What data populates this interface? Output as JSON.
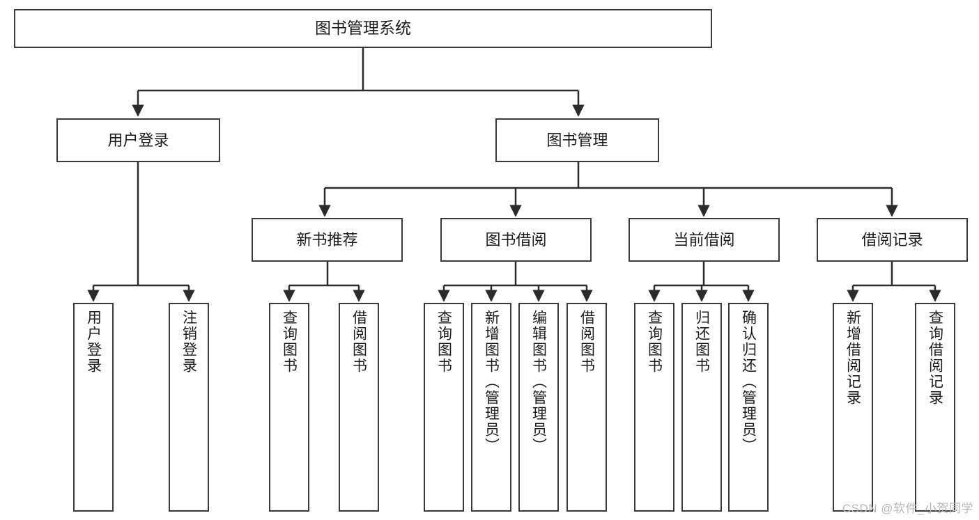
{
  "diagram": {
    "type": "tree",
    "title": "图书管理系统",
    "watermark": "CSDN @软件_小贺同学",
    "colors": {
      "box_border": "#3a3a3a",
      "box_fill": "#ffffff",
      "connector": "#2b2b2b",
      "text": "#1c1c1c",
      "watermark": "#b9b9b9",
      "background": "#ffffff"
    },
    "nodes": {
      "root": {
        "label": "图书管理系统"
      },
      "tier1": [
        {
          "id": "user-login",
          "label": "用户登录"
        },
        {
          "id": "book-manage",
          "label": "图书管理"
        }
      ],
      "tier2": [
        {
          "id": "new-book-recommend",
          "label": "新书推荐"
        },
        {
          "id": "book-borrow",
          "label": "图书借阅"
        },
        {
          "id": "current-borrow",
          "label": "当前借阅"
        },
        {
          "id": "borrow-record",
          "label": "借阅记录"
        }
      ],
      "leaves": {
        "user-login": [
          {
            "id": "leaf-user-login",
            "label": "用户登录"
          },
          {
            "id": "leaf-logout",
            "label": "注销登录"
          }
        ],
        "new-book-recommend": [
          {
            "id": "leaf-query-book-1",
            "label": "查询图书"
          },
          {
            "id": "leaf-borrow-book-1",
            "label": "借阅图书"
          }
        ],
        "book-borrow": [
          {
            "id": "leaf-query-book-2",
            "label": "查询图书"
          },
          {
            "id": "leaf-add-book",
            "label": "新增图书（管理员）"
          },
          {
            "id": "leaf-edit-book",
            "label": "编辑图书（管理员）"
          },
          {
            "id": "leaf-borrow-book-2",
            "label": "借阅图书"
          }
        ],
        "current-borrow": [
          {
            "id": "leaf-query-book-3",
            "label": "查询图书"
          },
          {
            "id": "leaf-return-book",
            "label": "归还图书"
          },
          {
            "id": "leaf-confirm-return",
            "label": "确认归还（管理员）"
          }
        ],
        "borrow-record": [
          {
            "id": "leaf-add-record",
            "label": "新增借阅记录"
          },
          {
            "id": "leaf-query-record",
            "label": "查询借阅记录"
          }
        ]
      }
    }
  }
}
